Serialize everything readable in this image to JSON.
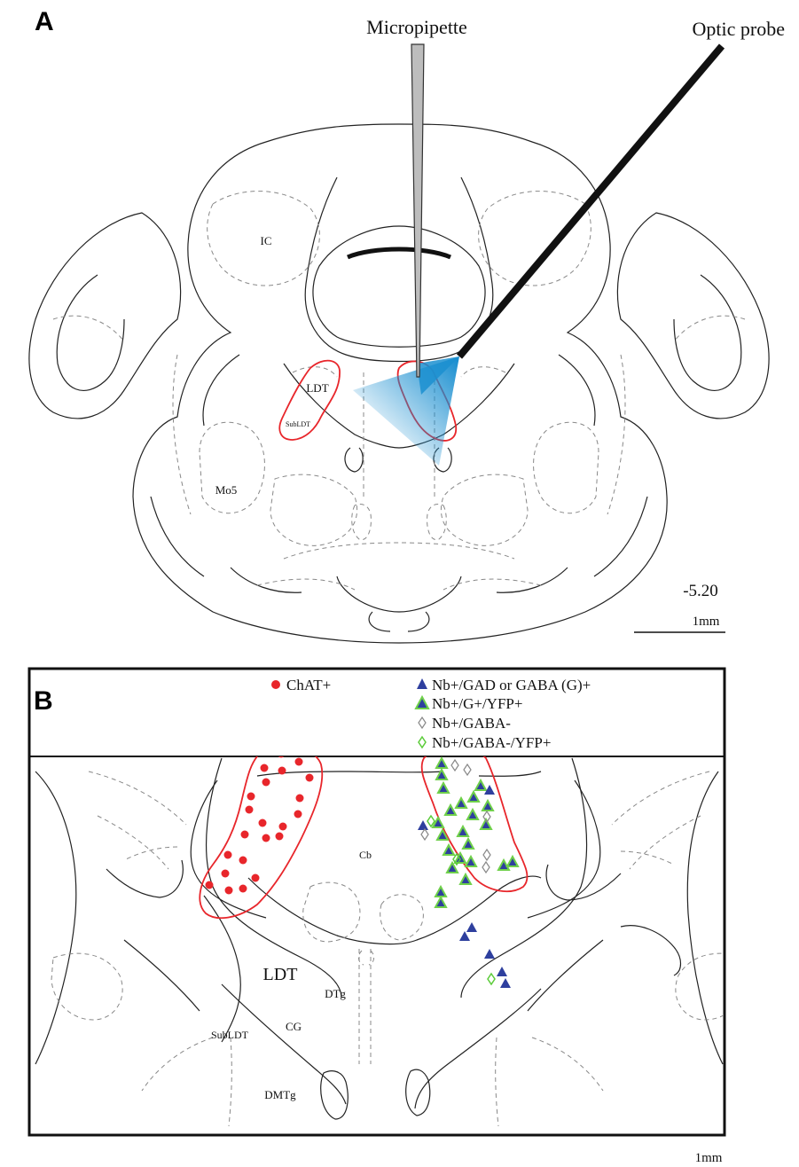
{
  "panel_a": {
    "letter": "A",
    "micropipette_label": "Micropipette",
    "optic_probe_label": "Optic probe",
    "region_labels": {
      "ic": "IC",
      "ldt": "LDT",
      "subldt": "SubLDT",
      "mo5": "Mo5"
    },
    "bregma": "-5.20",
    "scale_label": "1mm",
    "colors": {
      "light_cone": "#2a9fd8",
      "region_outline": "#e8262b"
    }
  },
  "panel_b": {
    "letter": "B",
    "legend": [
      {
        "key": "chat",
        "label": "ChAT+",
        "symbol": "red-circle-icon",
        "color": "#e8262b"
      },
      {
        "key": "gad",
        "label": "Nb+/GAD or GABA (G)+",
        "symbol": "blue-triangle-icon",
        "color": "#2e3f9e"
      },
      {
        "key": "gyfp",
        "label": "Nb+/G+/YFP+",
        "symbol": "green-bordered-triangle-icon",
        "color": "#3aa13a"
      },
      {
        "key": "gabaneg",
        "label": "Nb+/GABA-",
        "symbol": "grey-diamond-icon",
        "color": "#888888"
      },
      {
        "key": "gabanegyfp",
        "label": "Nb+/GABA-/YFP+",
        "symbol": "green-diamond-icon",
        "color": "#5ccc3a"
      }
    ],
    "region_labels": {
      "cb": "Cb",
      "ldt": "LDT",
      "dtg": "DTg",
      "subldt": "SubLDT",
      "cg": "CG",
      "dmtg": "DMTg"
    },
    "scale_label": "1mm"
  }
}
